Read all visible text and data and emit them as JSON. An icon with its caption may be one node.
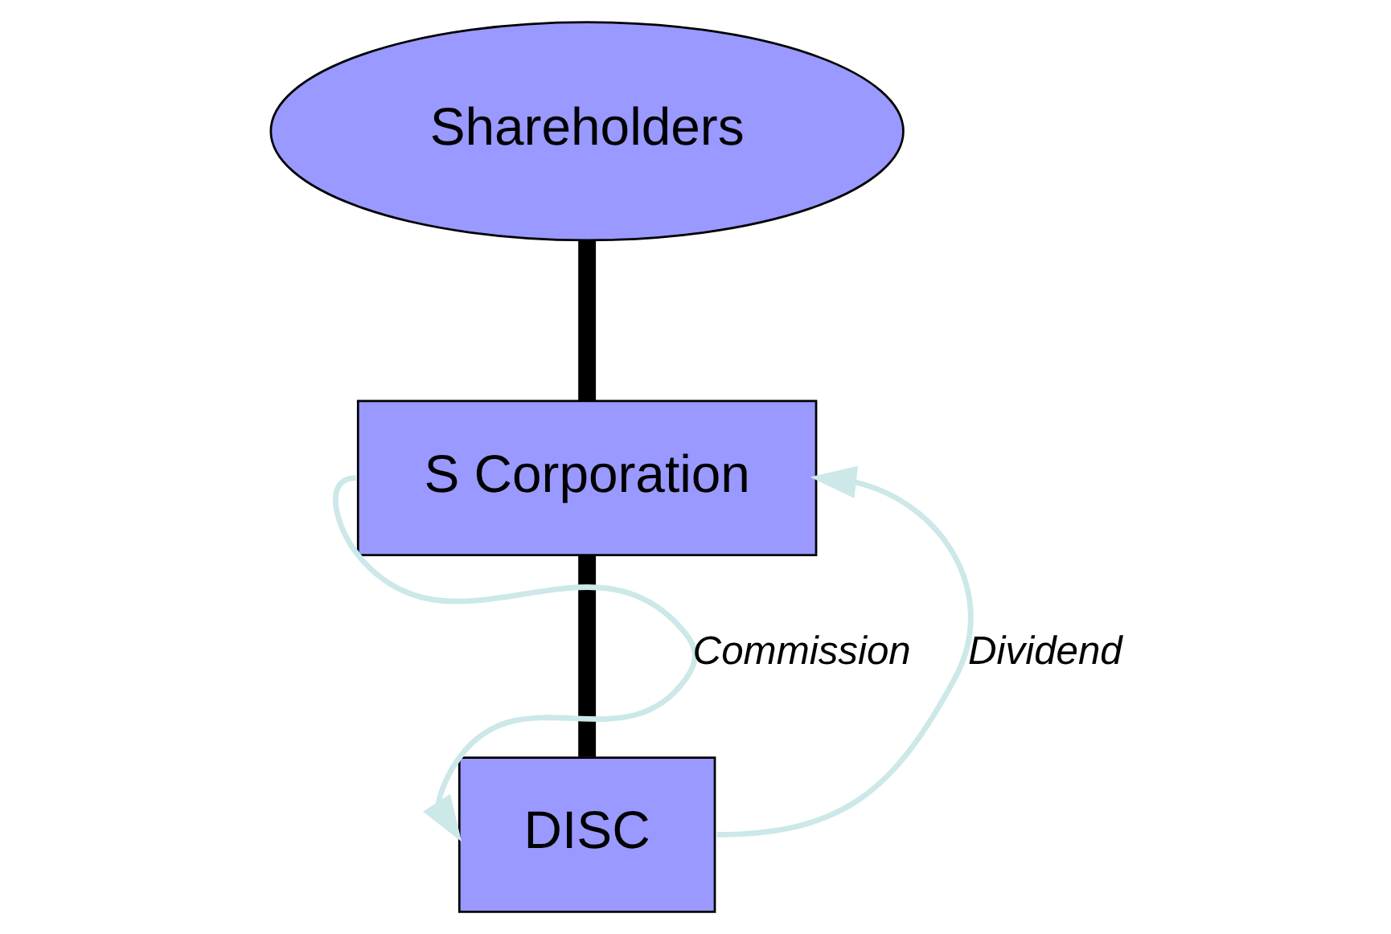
{
  "diagram": {
    "nodes": [
      {
        "text": [
          "Shareholders"
        ]
      },
      {
        "text": [
          "S Corporation"
        ]
      },
      {
        "text": [
          "DISC"
        ]
      }
    ],
    "edges": [
      {
        "from": 0,
        "to": 1,
        "arrow": "none",
        "style": "thick"
      },
      {
        "from": 1,
        "to": 2,
        "arrow": "none",
        "style": "thick"
      },
      {
        "from": 1,
        "to": 2,
        "arrow": "to",
        "label": "Commission",
        "color": "#cce8e8"
      },
      {
        "from": 2,
        "to": 1,
        "arrow": "to",
        "label": "Dividend",
        "color": "#cce8e8"
      }
    ]
  }
}
